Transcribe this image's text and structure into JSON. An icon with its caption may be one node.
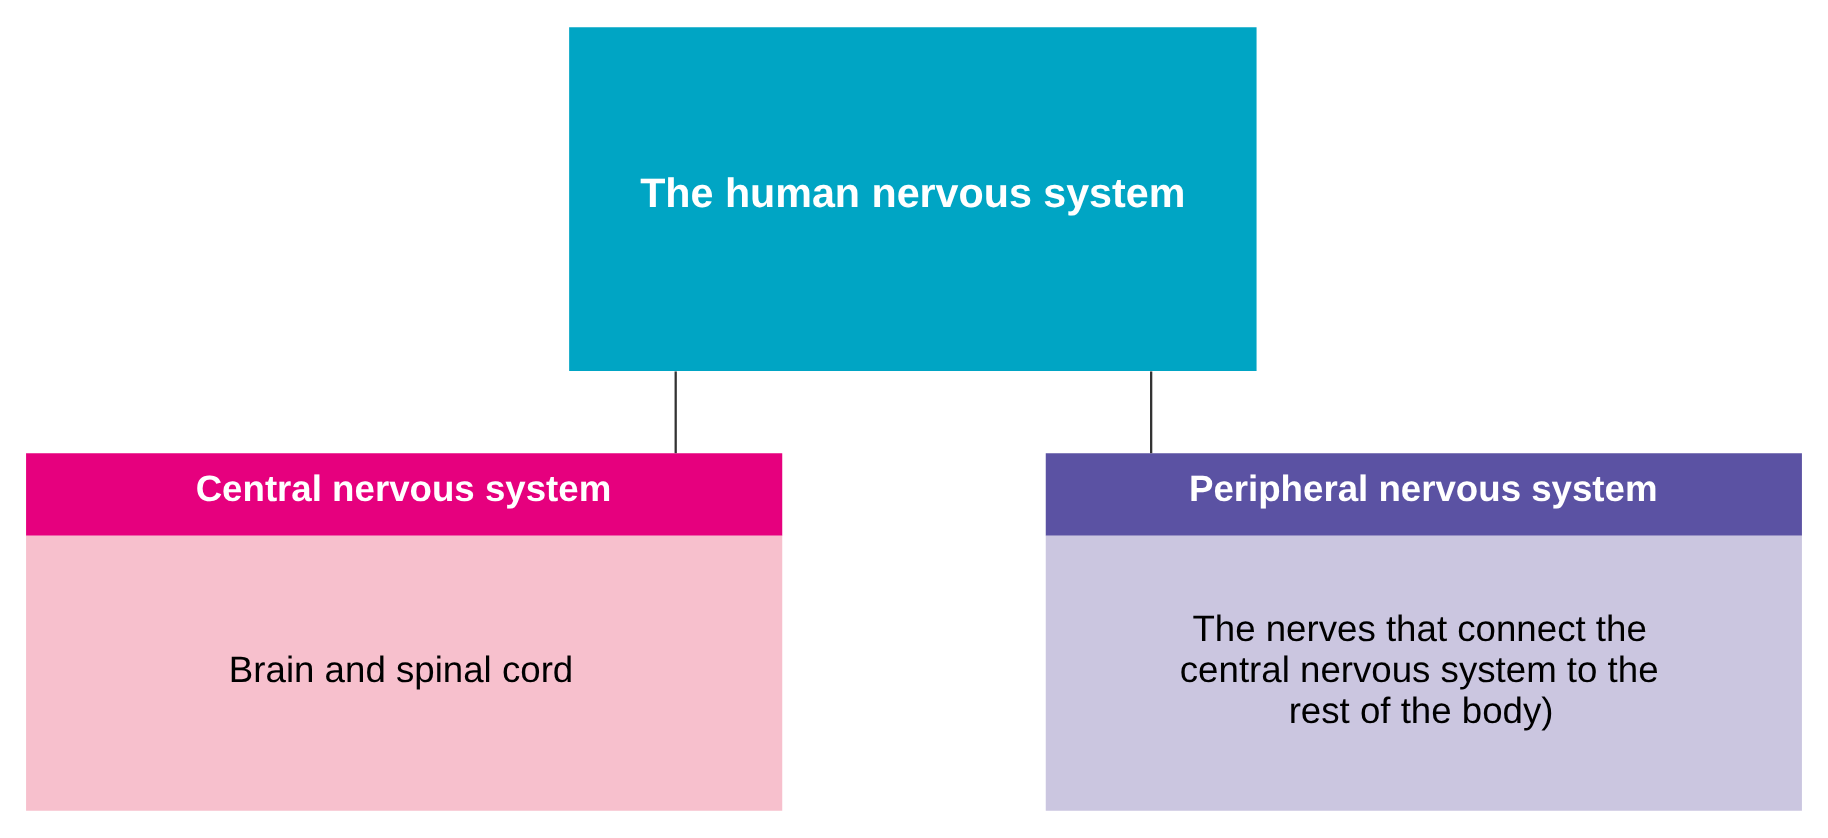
{
  "diagram": {
    "nodes": [
      {
        "text": [
          "The human nervous system"
        ]
      },
      {
        "text": [
          "Central nervous system",
          "Brain and spinal cord"
        ]
      },
      {
        "text": [
          "Peripheral nervous system",
          "The nerves that connect the central nervous system to the rest of the body)"
        ]
      }
    ],
    "edges": [
      {
        "from": 0,
        "to": 1,
        "arrow": "none"
      },
      {
        "from": 0,
        "to": 2,
        "arrow": "none"
      }
    ]
  }
}
